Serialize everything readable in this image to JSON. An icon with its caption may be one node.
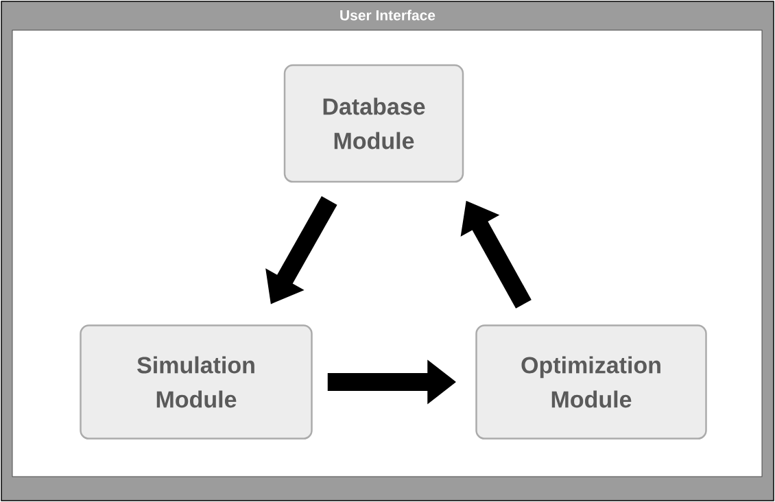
{
  "diagram": {
    "nodes": [
      {
        "text": [
          "User Interface"
        ]
      },
      {
        "text": [
          "Database Module"
        ],
        "in": 0
      },
      {
        "text": [
          "Simulation Module"
        ],
        "in": 0
      },
      {
        "text": [
          "Optimization Module"
        ],
        "in": 0
      }
    ],
    "edges": [
      {
        "from": 1,
        "to": 2,
        "arrow": "to"
      },
      {
        "from": 2,
        "to": 3,
        "arrow": "to"
      },
      {
        "from": 3,
        "to": 1,
        "arrow": "to"
      }
    ]
  }
}
